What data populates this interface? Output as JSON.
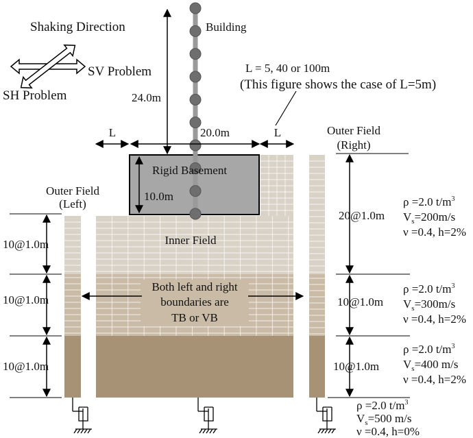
{
  "shaking": {
    "title": "Shaking Direction",
    "sv": "SV Problem",
    "sh": "SH Problem"
  },
  "building": {
    "label": "Building",
    "height": "24.0m",
    "width": "20.0m",
    "nodes": 10
  },
  "case_note": {
    "line1": "L = 5, 40 or 100m",
    "line2": "(This figure shows the case of L=5m)"
  },
  "dim_L": "L",
  "basement": {
    "label": "Rigid Basement",
    "depth": "10.0m"
  },
  "outer_right": {
    "line1": "Outer Field",
    "line2": "(Right)"
  },
  "outer_left": {
    "line1": "Outer Field",
    "line2": "(Left)"
  },
  "inner_field": "Inner Field",
  "boundary_note": {
    "line1": "Both left and right",
    "line2": "boundaries are",
    "line3": "TB or VB"
  },
  "left_dims": [
    "10@1.0m",
    "10@1.0m",
    "10@1.0m"
  ],
  "right_dims": [
    "20@1.0m",
    "10@1.0m",
    "10@1.0m"
  ],
  "layers": [
    {
      "rho": "ρ =2.0 t/m",
      "rho_sup": "3",
      "vs_pre": "V",
      "vs_sub": "s",
      "vs": "=200m/s",
      "nu": "ν =0.4, h=2%",
      "color": "#d9d2c6"
    },
    {
      "rho": "ρ =2.0 t/m",
      "rho_sup": "3",
      "vs_pre": "V",
      "vs_sub": "s",
      "vs": "=300m/s",
      "nu": "ν =0.4, h=2%",
      "color": "#c9bba6"
    },
    {
      "rho": "ρ =2.0 t/m",
      "rho_sup": "3",
      "vs_pre": "V",
      "vs_sub": "s",
      "vs": "=400 m/s",
      "nu": "ν =0.4, h=2%",
      "color": "#a89275"
    },
    {
      "rho": "ρ =2.0 t/m",
      "rho_sup": "3",
      "vs_pre": "V",
      "vs_sub": "s",
      "vs": "=500 m/s",
      "nu": "ν =0.4, h=0%"
    }
  ]
}
